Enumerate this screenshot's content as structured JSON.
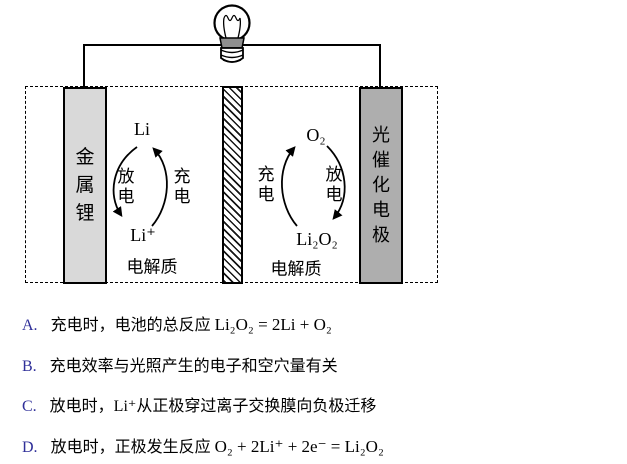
{
  "figure": {
    "bulb_icon": "light-bulb",
    "cell": {
      "left_electrode": {
        "label": "金属锂",
        "fill": "#d9d9d9"
      },
      "membrane": {
        "style": "diagonal-hatch"
      },
      "right_electrode": {
        "label": "光催化电极",
        "fill": "#aeaeae"
      },
      "left_compartment": {
        "species_top": "Li",
        "species_bottom": "Li⁺",
        "discharge_label": "放电",
        "charge_label": "充电",
        "electrolyte_label": "电解质"
      },
      "right_compartment": {
        "species_top": "O₂",
        "species_bottom": "Li₂O₂",
        "charge_label": "充电",
        "discharge_label": "放电",
        "electrolyte_label": "电解质"
      }
    }
  },
  "options": [
    {
      "letter": "A.",
      "text": "充电时，电池的总反应",
      "formula": "Li₂O₂ = 2Li + O₂"
    },
    {
      "letter": "B.",
      "text": "充电效率与光照产生的电子和空穴量有关",
      "formula": ""
    },
    {
      "letter": "C.",
      "text": "放电时，Li⁺从正极穿过离子交换膜向负极迁移",
      "formula": ""
    },
    {
      "letter": "D.",
      "text": "放电时，正极发生反应",
      "formula": "O₂ + 2Li⁺ + 2e⁻ = Li₂O₂"
    }
  ],
  "colors": {
    "left_electrode_fill": "#d9d9d9",
    "right_electrode_fill": "#aeaeae",
    "option_letter": "#2f2f99",
    "line": "#000000"
  }
}
